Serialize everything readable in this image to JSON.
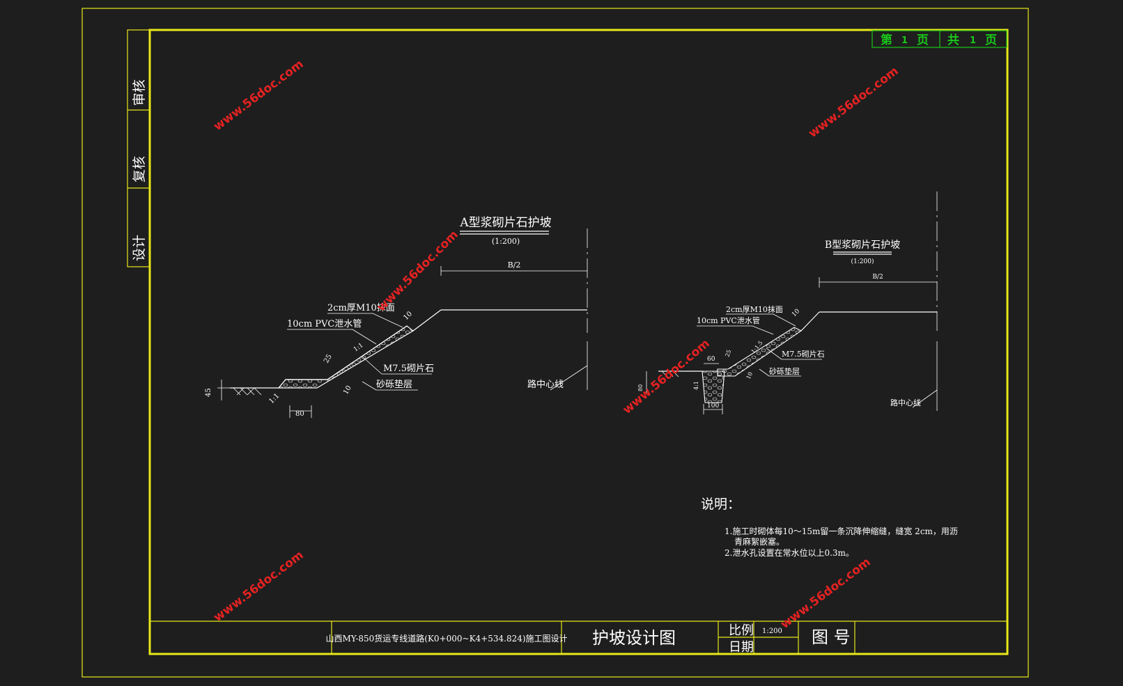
{
  "side_strip": {
    "review_label": "审核",
    "recheck_label": "复核",
    "design_label": "设计"
  },
  "page_counter": {
    "page_prefix": "第",
    "page_number": "1",
    "page_unit": "页",
    "total_prefix": "共",
    "total_number": "1",
    "total_unit": "页"
  },
  "section_a": {
    "title": "A型浆砌片石护坡",
    "scale": "(1:200)",
    "half_width": "B/2",
    "mortar_label": "2cm厚M10抹面",
    "pipe_label": "10cm PVC泄水管",
    "stone_label": "M7.5砌片石",
    "gravel_label": "砂砾垫层",
    "centerline_label": "路中心线",
    "dim_10": "10",
    "dim_slope_1_1": "1:1",
    "dim_slope_top": "1:1",
    "dim_25": "25",
    "dim_10b": "10",
    "dim_45": "45",
    "dim_80": "80"
  },
  "section_b": {
    "title": "B型浆砌片石护坡",
    "scale": "(1:200)",
    "half_width": "B/2",
    "mortar_label": "2cm厚M10抹面",
    "pipe_label": "10cm PVC泄水管",
    "stone_label": "M7.5砌片石",
    "gravel_label": "砂砾垫层",
    "centerline_label": "路中心线",
    "dim_10": "10",
    "dim_slope": "1:1.5",
    "dim_25": "25",
    "dim_10b": "10",
    "dim_60": "60",
    "dim_80": "80",
    "dim_4_1": "4:1",
    "dim_100": "100"
  },
  "notes": {
    "heading": "说明：",
    "item1_line1": "1.施工时砌体每10～15m留一条沉降伸缩缝，缝宽 2cm，用沥",
    "item1_line2": "青麻絮嵌塞。",
    "item2": "2.泄水孔设置在常水位以上0.3m。"
  },
  "title_block": {
    "project_name": "山西MY-850货运专线道路(K0+000~K4+534.824)施工图设计",
    "drawing_title": "护坡设计图",
    "scale_label": "比例",
    "scale_value": "1:200",
    "date_label": "日期",
    "drawing_no_label": "图 号"
  },
  "watermark": "www.56doc.com",
  "colors": {
    "background": "#1e1e1e",
    "frame_yellow": "#e8e81a",
    "line_white": "#ffffff",
    "counter_green": "#19c919",
    "watermark_red": "#e52222"
  }
}
